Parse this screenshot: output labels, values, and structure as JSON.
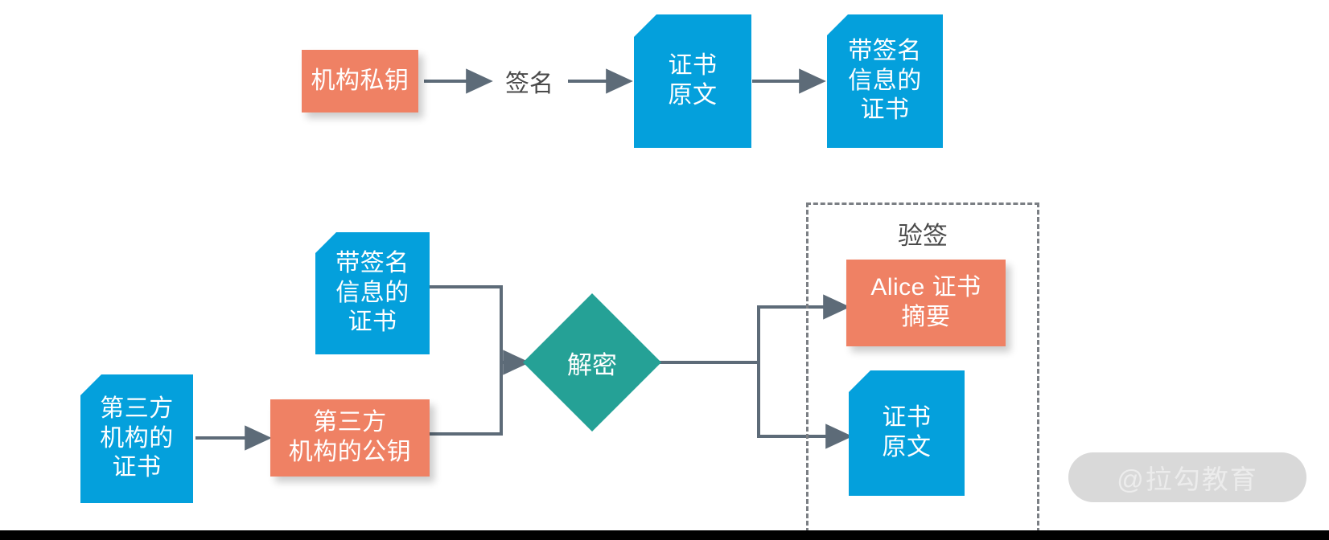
{
  "diagram": {
    "title_hidden": "",
    "colors": {
      "orange": "#ef8164",
      "blue": "#04a0dc",
      "teal": "#25a196",
      "connector": "#5d6b78",
      "dashed_border": "#7b7f84",
      "label_text": "#4a4a4a",
      "watermark_pill": "#d9d9d9",
      "watermark_text": "#ececec",
      "bottom_bar": "#000000"
    },
    "top_row": {
      "institution_private_key": "机构私钥",
      "sign_label": "签名",
      "certificate_plaintext": "证书\n原文",
      "signed_certificate": "带签名\n信息的\n证书"
    },
    "bottom_row": {
      "signed_certificate": "带签名\n信息的\n证书",
      "third_party_certificate": "第三方\n机构的\n证书",
      "third_party_public_key": "第三方\n机构的公钥",
      "decrypt": "解密",
      "verify_group_title": "验签",
      "alice_certificate_digest": "Alice 证书\n摘要",
      "certificate_plaintext": "证书\n原文"
    },
    "watermark": "@拉勾教育"
  }
}
